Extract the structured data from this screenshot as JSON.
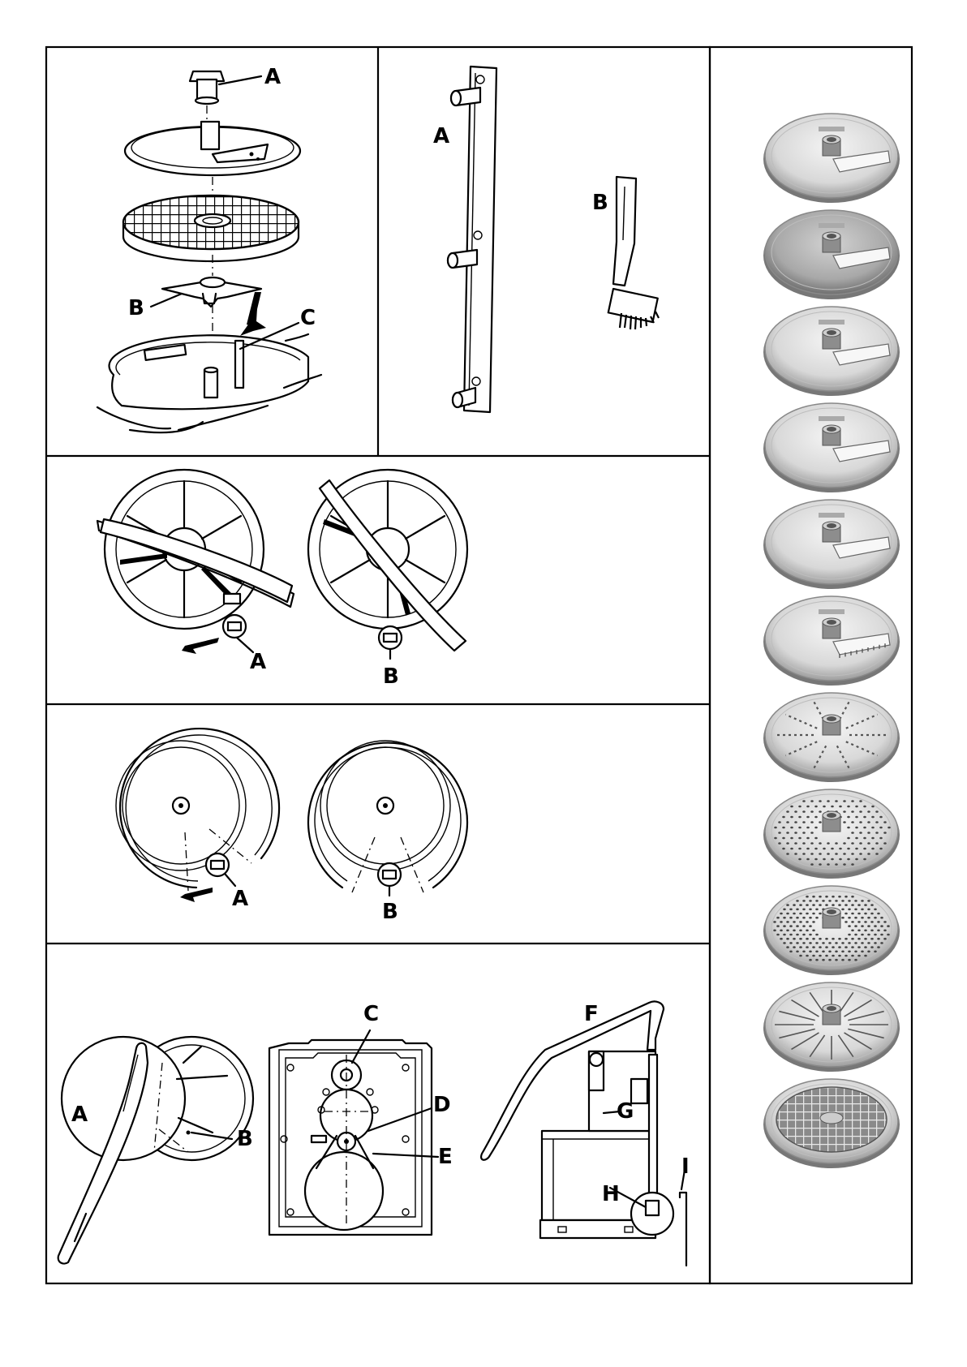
{
  "labels": {
    "p1": {
      "A": "A",
      "B": "B",
      "C": "C"
    },
    "p2": {
      "A": "A",
      "B": "B"
    },
    "p3": {
      "A": "A",
      "B": "B"
    },
    "p4": {
      "A": "A",
      "B": "B"
    },
    "p5": {
      "A": "A",
      "B": "B",
      "C": "C",
      "D": "D",
      "E": "E",
      "F": "F",
      "G": "G",
      "H": "H",
      "I": "I"
    }
  },
  "discs": [
    {
      "name": "slicing-disc-1-icon",
      "style": "slicer"
    },
    {
      "name": "slicing-disc-2-icon",
      "style": "slicer-dark"
    },
    {
      "name": "slicing-disc-3-icon",
      "style": "slicer"
    },
    {
      "name": "slicing-disc-4-icon",
      "style": "slicer"
    },
    {
      "name": "julienne-disc-1-icon",
      "style": "slicer"
    },
    {
      "name": "julienne-disc-2-icon",
      "style": "julienne"
    },
    {
      "name": "grating-disc-1-icon",
      "style": "grater-slots"
    },
    {
      "name": "grating-disc-2-icon",
      "style": "grater-holes"
    },
    {
      "name": "grating-disc-3-icon",
      "style": "grater-holes-fine"
    },
    {
      "name": "grating-disc-4-icon",
      "style": "grater-radial"
    },
    {
      "name": "dicing-grid-icon",
      "style": "dicing"
    }
  ],
  "colors": {
    "line": "#000000",
    "background": "#ffffff",
    "metal_light": "#e4e4e4",
    "metal_dark": "#9a9a9a"
  }
}
